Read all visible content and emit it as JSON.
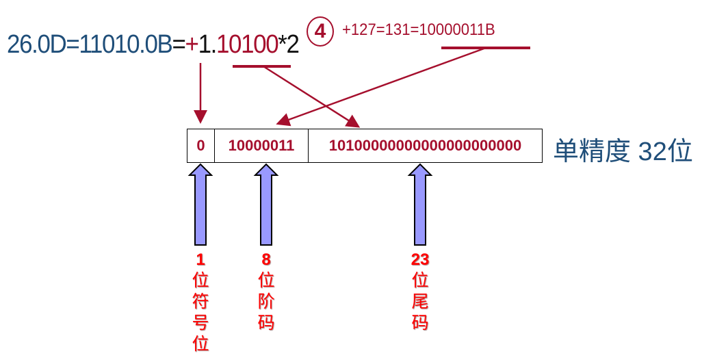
{
  "formula": {
    "decimal": "26.0D=11010.0B",
    "eq": "=",
    "sign": "+",
    "lead": "1.",
    "mantissa": "10100",
    "times": "*2"
  },
  "exponent": {
    "value": "4",
    "rest": "+127=131=",
    "binary": "10000011B"
  },
  "register": {
    "sign": "0",
    "exponent": "10000011",
    "mantissa": "10100000000000000000000"
  },
  "title": "单精度 32位",
  "labels": [
    {
      "bits": "1",
      "chars": [
        "位",
        "符",
        "号",
        "位"
      ]
    },
    {
      "bits": "8",
      "chars": [
        "位",
        "阶",
        "码"
      ]
    },
    {
      "bits": "23",
      "chars": [
        "位",
        "尾",
        "码"
      ]
    }
  ],
  "colors": {
    "blue": "#1f4e79",
    "darkred": "#a50f2d",
    "label": "#ff0000",
    "arrow_fill": "#9999ff"
  }
}
